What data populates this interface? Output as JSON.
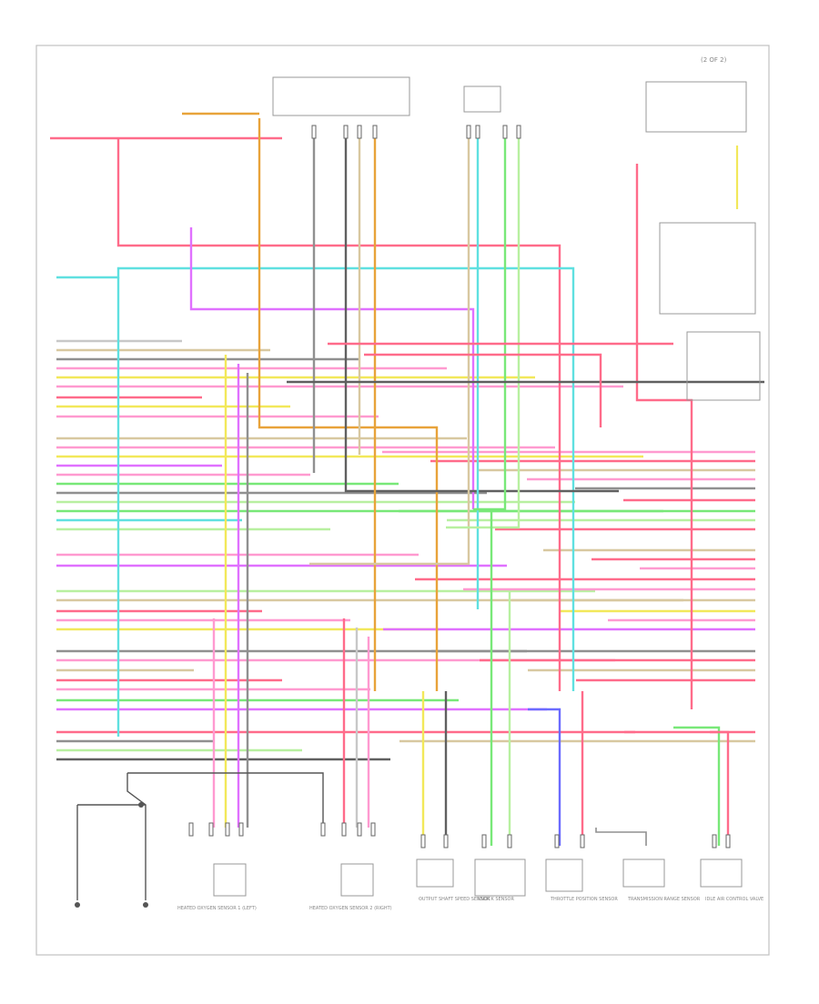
{
  "diagram": {
    "labels": {
      "top_right": "(2 OF 2)"
    },
    "components": [
      {
        "id": "c1",
        "label": "HEATED OXYGEN SENSOR 1 (LEFT)"
      },
      {
        "id": "c2",
        "label": "HEATED OXYGEN SENSOR 2 (RIGHT)"
      },
      {
        "id": "c3",
        "label": "OUTPUT SHAFT SPEED SENSOR"
      },
      {
        "id": "c4",
        "label": "KNOCK SENSOR"
      },
      {
        "id": "c5",
        "label": "THROTTLE POSITION SENSOR"
      },
      {
        "id": "c6",
        "label": "TRANSMISSION RANGE SENSOR"
      },
      {
        "id": "c7",
        "label": "IDLE AIR CONTROL VALVE"
      }
    ],
    "wire_colors": {
      "red": "#ff6b8a",
      "pink": "#ff9ad0",
      "orange": "#e8a33a",
      "yellow": "#f2e85a",
      "green": "#78e878",
      "lightgreen": "#b8f0a0",
      "cyan": "#5fe0e0",
      "blue": "#6b6bff",
      "violet": "#e070ff",
      "gray": "#909090",
      "dkgray": "#606060",
      "tan": "#d8c8a0",
      "white": "#c8c8c8",
      "black": "#3a3a3a"
    }
  }
}
